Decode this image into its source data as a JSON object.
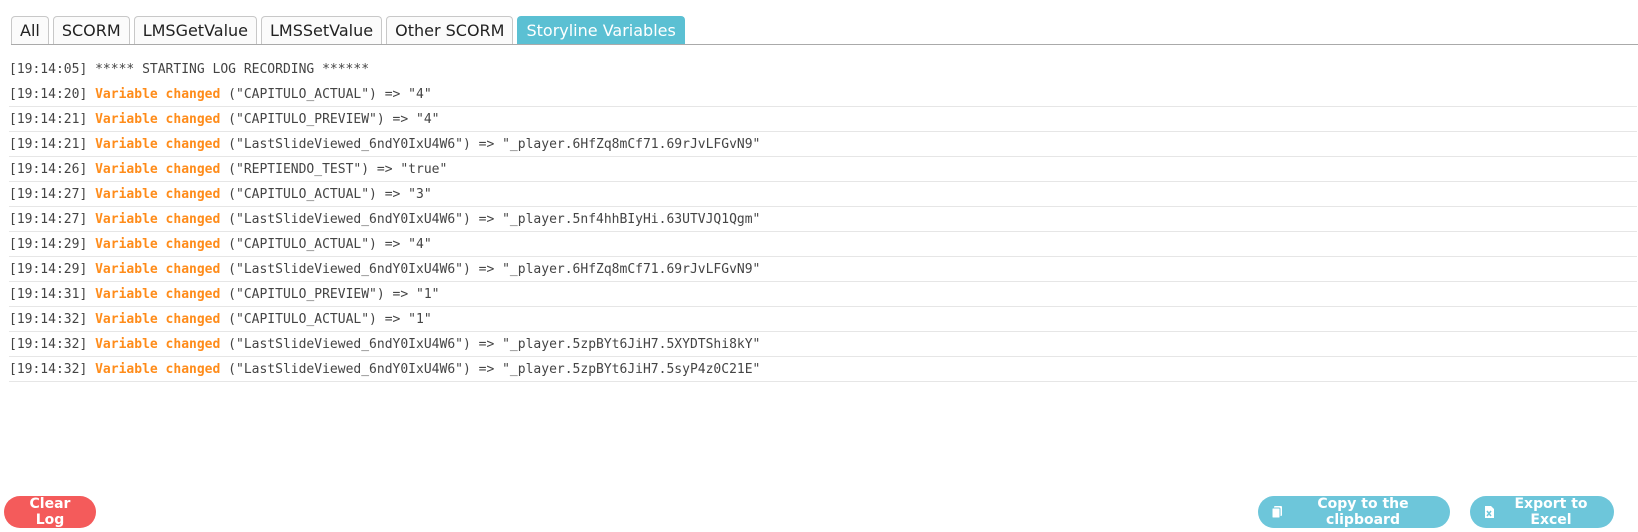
{
  "tabs": [
    {
      "label": "All"
    },
    {
      "label": "SCORM"
    },
    {
      "label": "LMSGetValue"
    },
    {
      "label": "LMSSetValue"
    },
    {
      "label": "Other SCORM"
    },
    {
      "label": "Storyline Variables",
      "active": true
    }
  ],
  "log": {
    "lines": [
      {
        "time": "[19:14:05]",
        "event": "",
        "detail": " ***** STARTING LOG RECORDING ******"
      },
      {
        "time": "[19:14:20]",
        "event": "Variable changed",
        "detail": " (\"CAPITULO_ACTUAL\") => \"4\""
      },
      {
        "time": "[19:14:21]",
        "event": "Variable changed",
        "detail": " (\"CAPITULO_PREVIEW\") => \"4\""
      },
      {
        "time": "[19:14:21]",
        "event": "Variable changed",
        "detail": " (\"LastSlideViewed_6ndY0IxU4W6\") => \"_player.6HfZq8mCf71.69rJvLFGvN9\""
      },
      {
        "time": "[19:14:26]",
        "event": "Variable changed",
        "detail": " (\"REPTIENDO_TEST\") => \"true\""
      },
      {
        "time": "[19:14:27]",
        "event": "Variable changed",
        "detail": " (\"CAPITULO_ACTUAL\") => \"3\""
      },
      {
        "time": "[19:14:27]",
        "event": "Variable changed",
        "detail": " (\"LastSlideViewed_6ndY0IxU4W6\") => \"_player.5nf4hhBIyHi.63UTVJQ1Qgm\""
      },
      {
        "time": "[19:14:29]",
        "event": "Variable changed",
        "detail": " (\"CAPITULO_ACTUAL\") => \"4\""
      },
      {
        "time": "[19:14:29]",
        "event": "Variable changed",
        "detail": " (\"LastSlideViewed_6ndY0IxU4W6\") => \"_player.6HfZq8mCf71.69rJvLFGvN9\""
      },
      {
        "time": "[19:14:31]",
        "event": "Variable changed",
        "detail": " (\"CAPITULO_PREVIEW\") => \"1\""
      },
      {
        "time": "[19:14:32]",
        "event": "Variable changed",
        "detail": " (\"CAPITULO_ACTUAL\") => \"1\""
      },
      {
        "time": "[19:14:32]",
        "event": "Variable changed",
        "detail": " (\"LastSlideViewed_6ndY0IxU4W6\") => \"_player.5zpBYt6JiH7.5XYDTShi8kY\""
      },
      {
        "time": "[19:14:32]",
        "event": "Variable changed",
        "detail": " (\"LastSlideViewed_6ndY0IxU4W6\") => \"_player.5zpBYt6JiH7.5syP4z0C21E\""
      }
    ]
  },
  "actions": {
    "clear_label": "Clear Log",
    "copy_label": "Copy to the clipboard",
    "copy_icon": "clipboard-icon",
    "export_label": "Export to Excel",
    "export_icon": "excel-file-icon"
  },
  "colors": {
    "active_tab": "#5bc0d3",
    "event_text": "#ff8c1a",
    "clear_button": "#f45b5b",
    "action_button": "#6dc6da"
  }
}
